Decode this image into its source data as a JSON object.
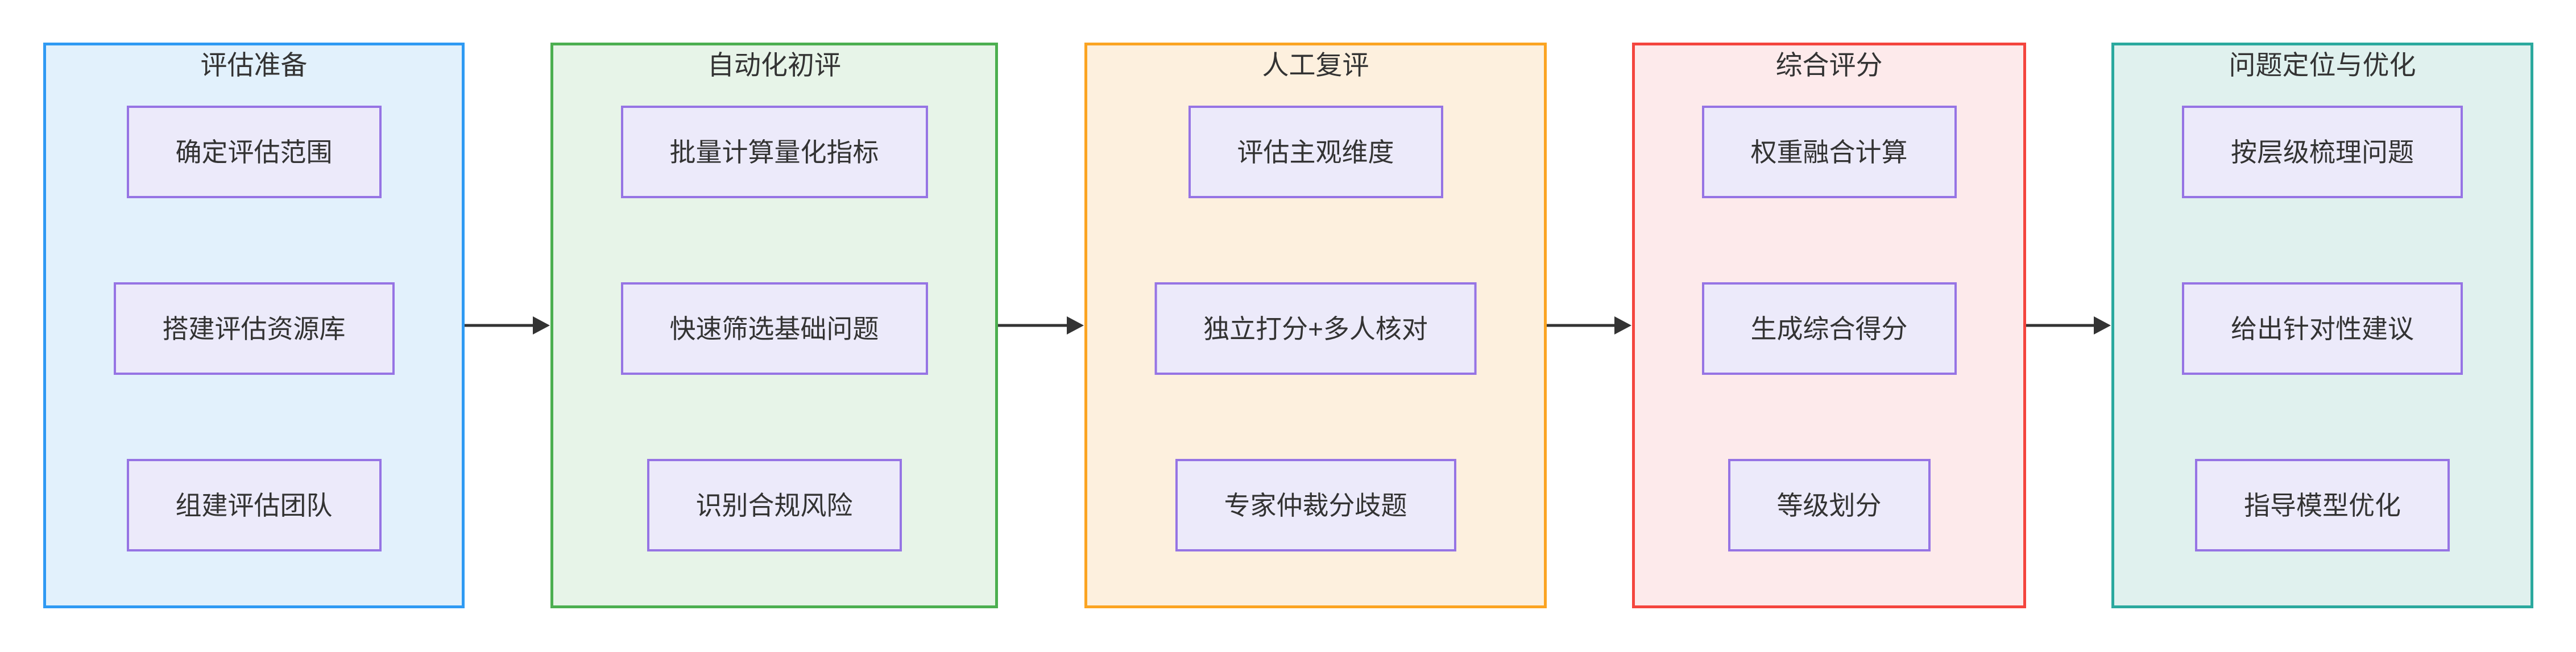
{
  "diagram": {
    "type": "flowchart",
    "direction": "left-to-right",
    "arrow_color": "#333333",
    "text_color": "#333333",
    "node_style": {
      "border_color": "#9674E4",
      "bg_color": "#ECEAFA"
    },
    "stages": [
      {
        "title": "评估准备",
        "border_color": "#2F9AF3",
        "bg_color": "#E2F1FC",
        "steps": [
          "确定评估范围",
          "搭建评估资源库",
          "组建评估团队"
        ]
      },
      {
        "title": "自动化初评",
        "border_color": "#4CAF50",
        "bg_color": "#E7F4E8",
        "steps": [
          "批量计算量化指标",
          "快速筛选基础问题",
          "识别合规风险"
        ]
      },
      {
        "title": "人工复评",
        "border_color": "#FBA422",
        "bg_color": "#FDF0DE",
        "steps": [
          "评估主观维度",
          "独立打分+多人核对",
          "专家仲裁分歧题"
        ]
      },
      {
        "title": "综合评分",
        "border_color": "#F4453E",
        "bg_color": "#FDEAEB",
        "steps": [
          "权重融合计算",
          "生成综合得分",
          "等级划分"
        ]
      },
      {
        "title": "问题定位与优化",
        "border_color": "#2BA99E",
        "bg_color": "#E0F1EE",
        "steps": [
          "按层级梳理问题",
          "给出针对性建议",
          "指导模型优化"
        ]
      }
    ]
  }
}
